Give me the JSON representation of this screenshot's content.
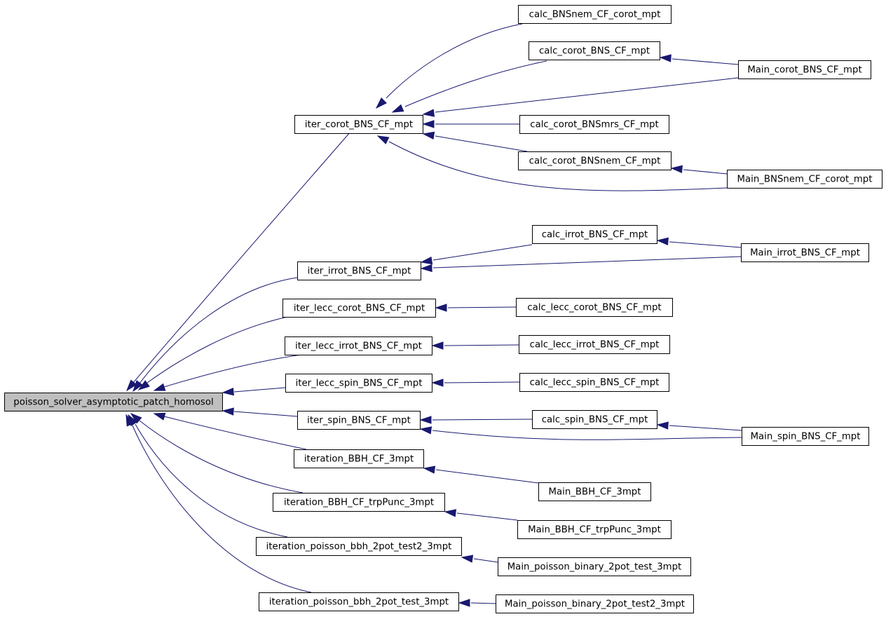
{
  "graph": {
    "root_label": "poisson_solver_asymptotic_patch_homosol",
    "nodes": [
      {
        "id": "root",
        "label": "poisson_solver_asymptotic_patch_homosol"
      },
      {
        "id": "iter_corot",
        "label": "iter_corot_BNS_CF_mpt"
      },
      {
        "id": "iter_irrot",
        "label": "iter_irrot_BNS_CF_mpt"
      },
      {
        "id": "iter_lecc_corot",
        "label": "iter_lecc_corot_BNS_CF_mpt"
      },
      {
        "id": "iter_lecc_irrot",
        "label": "iter_lecc_irrot_BNS_CF_mpt"
      },
      {
        "id": "iter_lecc_spin",
        "label": "iter_lecc_spin_BNS_CF_mpt"
      },
      {
        "id": "iter_spin",
        "label": "iter_spin_BNS_CF_mpt"
      },
      {
        "id": "iteration_bbh",
        "label": "iteration_BBH_CF_3mpt"
      },
      {
        "id": "iteration_bbh_trp",
        "label": "iteration_BBH_CF_trpPunc_3mpt"
      },
      {
        "id": "iteration_pb_test2",
        "label": "iteration_poisson_bbh_2pot_test2_3mpt"
      },
      {
        "id": "iteration_pb_test",
        "label": "iteration_poisson_bbh_2pot_test_3mpt"
      },
      {
        "id": "calc_bnsnem_cf_corot",
        "label": "calc_BNSnem_CF_corot_mpt"
      },
      {
        "id": "calc_corot",
        "label": "calc_corot_BNS_CF_mpt"
      },
      {
        "id": "calc_corot_bnsmrs",
        "label": "calc_corot_BNSmrs_CF_mpt"
      },
      {
        "id": "calc_corot_bnsnem",
        "label": "calc_corot_BNSnem_CF_mpt"
      },
      {
        "id": "calc_irrot",
        "label": "calc_irrot_BNS_CF_mpt"
      },
      {
        "id": "calc_lecc_corot",
        "label": "calc_lecc_corot_BNS_CF_mpt"
      },
      {
        "id": "calc_lecc_irrot",
        "label": "calc_lecc_irrot_BNS_CF_mpt"
      },
      {
        "id": "calc_lecc_spin",
        "label": "calc_lecc_spin_BNS_CF_mpt"
      },
      {
        "id": "calc_spin",
        "label": "calc_spin_BNS_CF_mpt"
      },
      {
        "id": "main_bbh",
        "label": "Main_BBH_CF_3mpt"
      },
      {
        "id": "main_bbh_trp",
        "label": "Main_BBH_CF_trpPunc_3mpt"
      },
      {
        "id": "main_pb_test",
        "label": "Main_poisson_binary_2pot_test_3mpt"
      },
      {
        "id": "main_pb_test2",
        "label": "Main_poisson_binary_2pot_test2_3mpt"
      },
      {
        "id": "main_corot",
        "label": "Main_corot_BNS_CF_mpt"
      },
      {
        "id": "main_bnsnem_corot",
        "label": "Main_BNSnem_CF_corot_mpt"
      },
      {
        "id": "main_irrot",
        "label": "Main_irrot_BNS_CF_mpt"
      },
      {
        "id": "main_spin",
        "label": "Main_spin_BNS_CF_mpt"
      }
    ],
    "edges": [
      {
        "from": "iter_corot",
        "to": "root"
      },
      {
        "from": "iter_irrot",
        "to": "root"
      },
      {
        "from": "iter_lecc_corot",
        "to": "root"
      },
      {
        "from": "iter_lecc_irrot",
        "to": "root"
      },
      {
        "from": "iter_lecc_spin",
        "to": "root"
      },
      {
        "from": "iter_spin",
        "to": "root"
      },
      {
        "from": "iteration_bbh",
        "to": "root"
      },
      {
        "from": "iteration_bbh_trp",
        "to": "root"
      },
      {
        "from": "iteration_pb_test2",
        "to": "root"
      },
      {
        "from": "iteration_pb_test",
        "to": "root"
      },
      {
        "from": "calc_bnsnem_cf_corot",
        "to": "iter_corot"
      },
      {
        "from": "calc_corot",
        "to": "iter_corot"
      },
      {
        "from": "main_corot",
        "to": "iter_corot"
      },
      {
        "from": "calc_corot_bnsmrs",
        "to": "iter_corot"
      },
      {
        "from": "calc_corot_bnsnem",
        "to": "iter_corot"
      },
      {
        "from": "main_bnsnem_corot",
        "to": "iter_corot"
      },
      {
        "from": "main_corot",
        "to": "calc_corot"
      },
      {
        "from": "main_bnsnem_corot",
        "to": "calc_corot_bnsnem"
      },
      {
        "from": "calc_irrot",
        "to": "iter_irrot"
      },
      {
        "from": "main_irrot",
        "to": "iter_irrot"
      },
      {
        "from": "main_irrot",
        "to": "calc_irrot"
      },
      {
        "from": "calc_lecc_corot",
        "to": "iter_lecc_corot"
      },
      {
        "from": "calc_lecc_irrot",
        "to": "iter_lecc_irrot"
      },
      {
        "from": "calc_lecc_spin",
        "to": "iter_lecc_spin"
      },
      {
        "from": "calc_spin",
        "to": "iter_spin"
      },
      {
        "from": "main_spin",
        "to": "iter_spin"
      },
      {
        "from": "main_spin",
        "to": "calc_spin"
      },
      {
        "from": "main_bbh",
        "to": "iteration_bbh"
      },
      {
        "from": "main_bbh_trp",
        "to": "iteration_bbh_trp"
      },
      {
        "from": "main_pb_test",
        "to": "iteration_pb_test2"
      },
      {
        "from": "main_pb_test2",
        "to": "iteration_pb_test"
      }
    ]
  },
  "colors": {
    "edge": "#191970",
    "root_fill": "#bfbfbf",
    "node_fill": "#ffffff",
    "node_border": "#000000"
  }
}
